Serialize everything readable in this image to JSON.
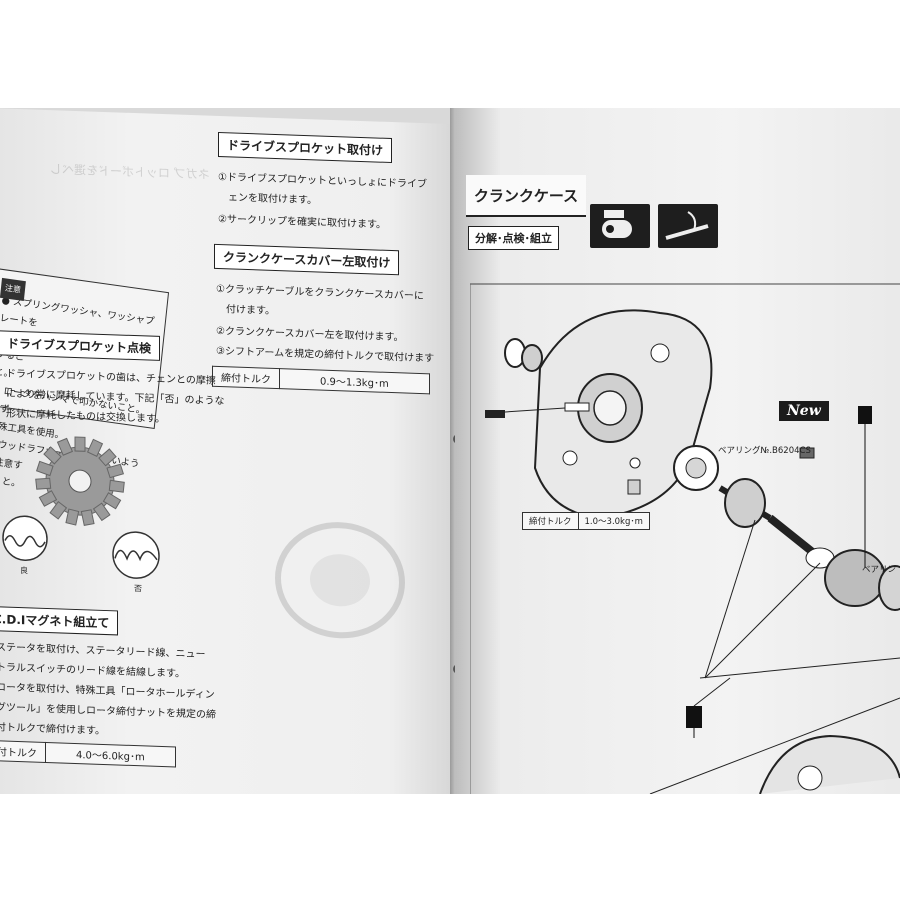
{
  "left_page": {
    "notice": {
      "tag": "注意",
      "lines": [
        "● スプリングワッシャ、ワッシャプレートを",
        "取付けてからマグネトプーラを使用するこ",
        "と。",
        "● ロータをハンマで叩かないこと。必ず",
        "特殊工具を使用。",
        "● ウッドラフキーを紛失しないように注意す",
        "ること。"
      ]
    },
    "drive_sprocket_install": {
      "heading": "ドライブスプロケット取付け",
      "lines": [
        "①ドライブスプロケットといっしょにドライブ",
        "　ェンを取付けます。",
        "②サークリップを確実に取付けます。"
      ]
    },
    "crankcase_cover_install": {
      "heading": "クランクケースカバー左取付け",
      "lines": [
        "①クラッチケーブルをクランクケースカバーに",
        "　付けます。",
        "②クランクケースカバー左を取付けます。",
        "③シフトアームを規定の締付トルクで取付けます"
      ],
      "torque_label": "締付トルク",
      "torque_value": "0.9〜1.3kg･m"
    },
    "drive_sprocket_inspect": {
      "heading": "ドライブスプロケット点検",
      "lines": [
        "ドライブスプロケットの歯は、チェンとの摩擦",
        "により常に摩耗しています。下記「否」のような",
        "形状に摩耗したものは交換します。"
      ],
      "good_label": "良",
      "bad_label": "否"
    },
    "cdi_magneto": {
      "heading": "C.D.Iマグネト組立て",
      "lines": [
        "ステータを取付け、ステータリード線、ニュー",
        "トラルスイッチのリード線を結線します。",
        "ロータを取付け、特殊工具「ロータホールディン",
        "グツール」を使用しロータ締付ナットを規定の締",
        "付トルクで締付けます。"
      ],
      "torque_label": "付トルク",
      "torque_value": "4.0〜6.0kg･m"
    }
  },
  "right_page": {
    "title": "クランクケース",
    "subtitle": "分解･点検･組立",
    "new_badge": "New",
    "bearing_label_1": "ベアリング№.B6204CS",
    "bearing_label_2": "ベアリン",
    "torque_label": "締付トルク",
    "torque_value": "1.0〜3.0kg･m"
  },
  "colors": {
    "paper": "#f2f2f2",
    "ink": "#222222",
    "badge": "#1b1b1b"
  }
}
